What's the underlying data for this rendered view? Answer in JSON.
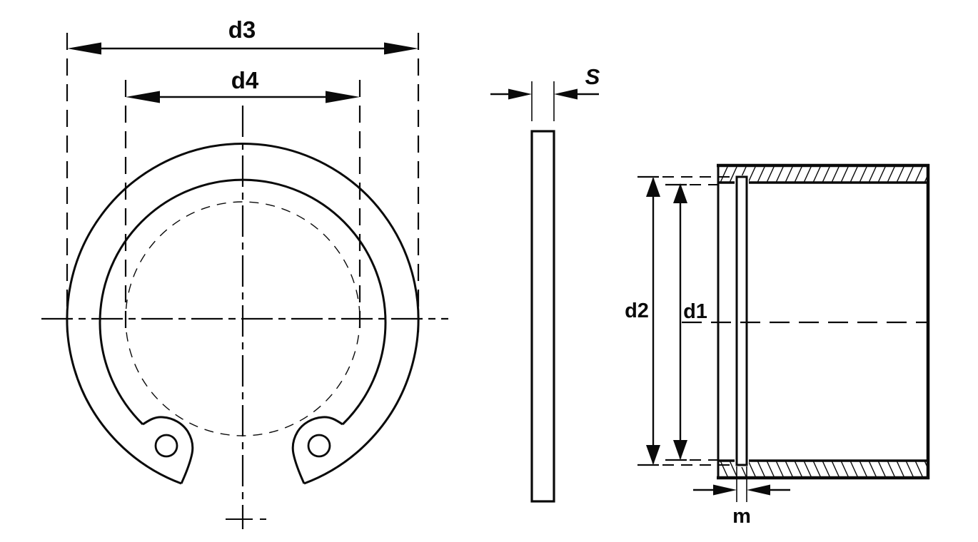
{
  "page": {
    "background_color": "#ffffff",
    "line_color": "#0a0a0a",
    "description": "Technical drawing of an internal retaining ring (circlip) with three views: front view of ring, side view of ring thickness, and housing bore cross-section with installed ring"
  },
  "views": {
    "front": {
      "outer_diameter_label": "d3",
      "inner_diameter_label": "d4"
    },
    "side": {
      "thickness_label": "S"
    },
    "section": {
      "groove_diameter_label": "d2",
      "bore_diameter_label": "d1",
      "groove_width_label": "m"
    }
  }
}
